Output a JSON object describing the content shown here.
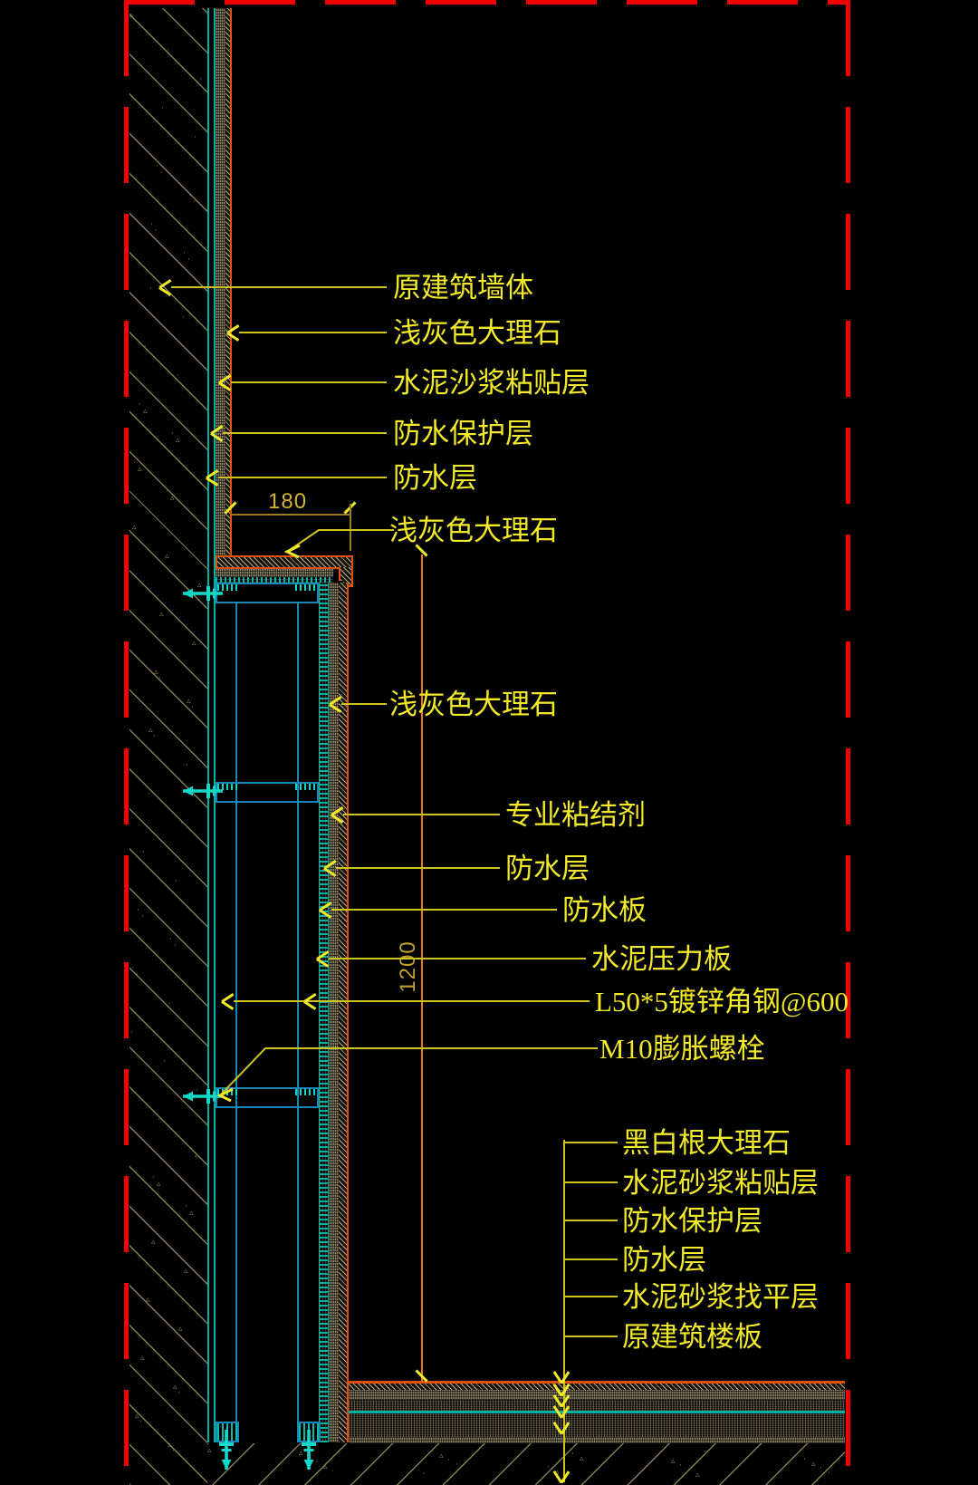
{
  "wall_callouts": [
    "原建筑墙体",
    "浅灰色大理石",
    "水泥沙浆粘贴层",
    "防水保护层",
    "防水层"
  ],
  "counter_callouts": [
    "浅灰色大理石",
    "浅灰色大理石",
    "专业粘结剂",
    "防水层",
    "防水板",
    "水泥压力板",
    "L50*5镀锌角钢@600",
    "M10膨胀螺栓"
  ],
  "floor_callouts": [
    "黑白根大理石",
    "水泥砂浆粘贴层",
    "防水保护层",
    "防水层",
    "水泥砂浆找平层",
    "原建筑楼板"
  ],
  "dimensions": {
    "counter_depth": "180",
    "counter_height": "1200"
  },
  "colors": {
    "viewport_border": "#f40000",
    "callout_text": "#f2ea28",
    "leader_line": "#cfc41f",
    "dim_text": "#d4b431",
    "dim_height_line": "#e87c1e",
    "waterproof_teal": "#00b0a0",
    "steel_frame_blue": "#1886b6",
    "bolt_cyan": "#12d8c8",
    "marble_edge_orange": "#e0500a"
  }
}
